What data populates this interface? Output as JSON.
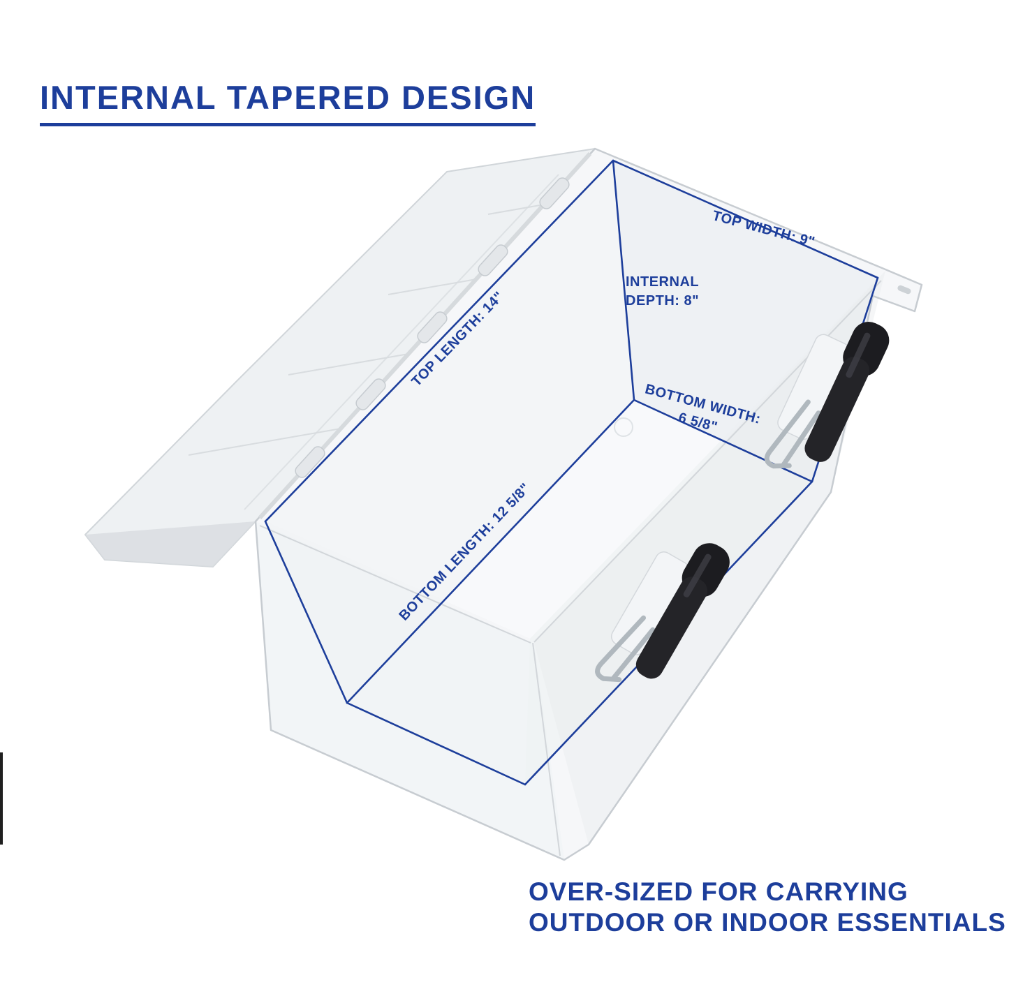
{
  "page": {
    "background": "#ffffff",
    "accent_blue": "#1d3e9b"
  },
  "heading": {
    "text": "INTERNAL TAPERED DESIGN"
  },
  "dimensions": {
    "top_width": "TOP WIDTH: 9\"",
    "internal_depth": [
      "INTERNAL",
      "DEPTH: 8\""
    ],
    "top_length": "TOP LENGTH: 14\"",
    "bottom_width": [
      "BOTTOM WIDTH:",
      "6 5/8\""
    ],
    "bottom_length": "BOTTOM LENGTH: 12 5/8\""
  },
  "footer": {
    "line1": "OVER-SIZED FOR CARRYING",
    "line2": "OUTDOOR OR INDOOR ESSENTIALS"
  },
  "colors": {
    "wireframe": "#1d3e9b",
    "latch_black": "#1c1c20",
    "metal_bail": "#b0b8be",
    "box_plastic": "#f0f2f4",
    "edge_gray": "#c7ccd1"
  }
}
